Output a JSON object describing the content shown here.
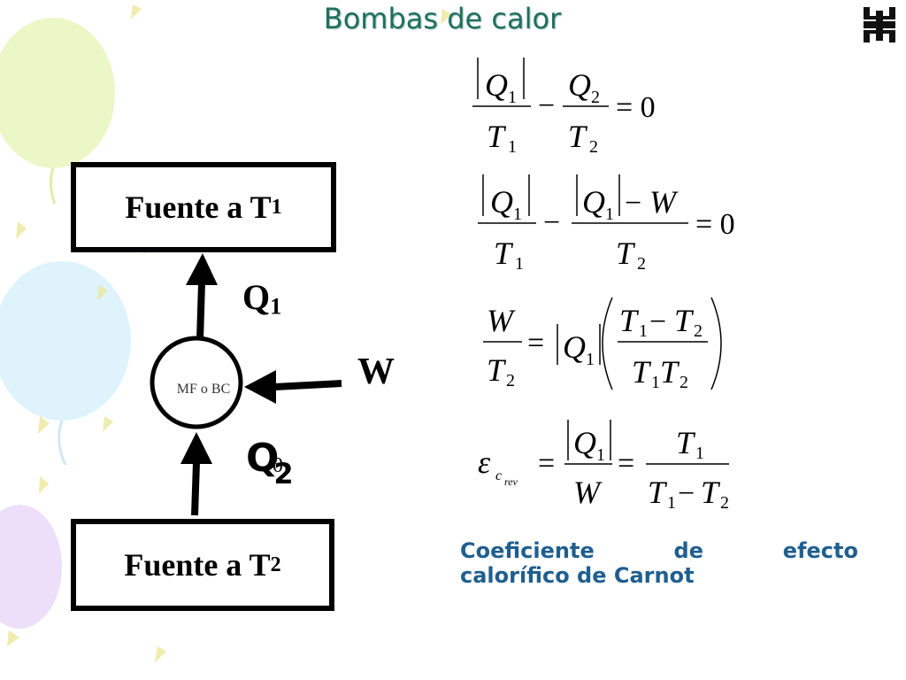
{
  "slide": {
    "title": "Bombas de calor",
    "logo_icon": "utn-logo",
    "caption": {
      "word1": "Coeficiente",
      "word2": "de",
      "word3": "efecto",
      "line2": "calorífico de Carnot"
    }
  },
  "diagram": {
    "source_hot": {
      "prefix": "Fuente a T",
      "sub": "1"
    },
    "source_cold": {
      "prefix": "Fuente a T",
      "sub": "2"
    },
    "q1": {
      "main": "Q",
      "sub": "1"
    },
    "q2": {
      "main": "Q",
      "sub": "2",
      "overlap": "0"
    },
    "work": "W",
    "machine_label": "MF o BC"
  },
  "equations": {
    "eq1": "|Q1|/T1 − Q2/T2 = 0",
    "eq2": "|Q1|/T1 − (|Q1| − W)/T2 = 0",
    "eq3": "W/T2 = |Q1| (T1 − T2)/(T1T2)",
    "eq4": "ε_c_rev = |Q1|/W = T1/(T1 − T2)"
  },
  "colors": {
    "title": "#1f6f5f",
    "caption": "#1f5f8f",
    "balloon_green": "#e6f5b8",
    "balloon_blue": "#d8f1fb",
    "balloon_violet": "#ead9f9",
    "confetti": "#ece9a0"
  }
}
